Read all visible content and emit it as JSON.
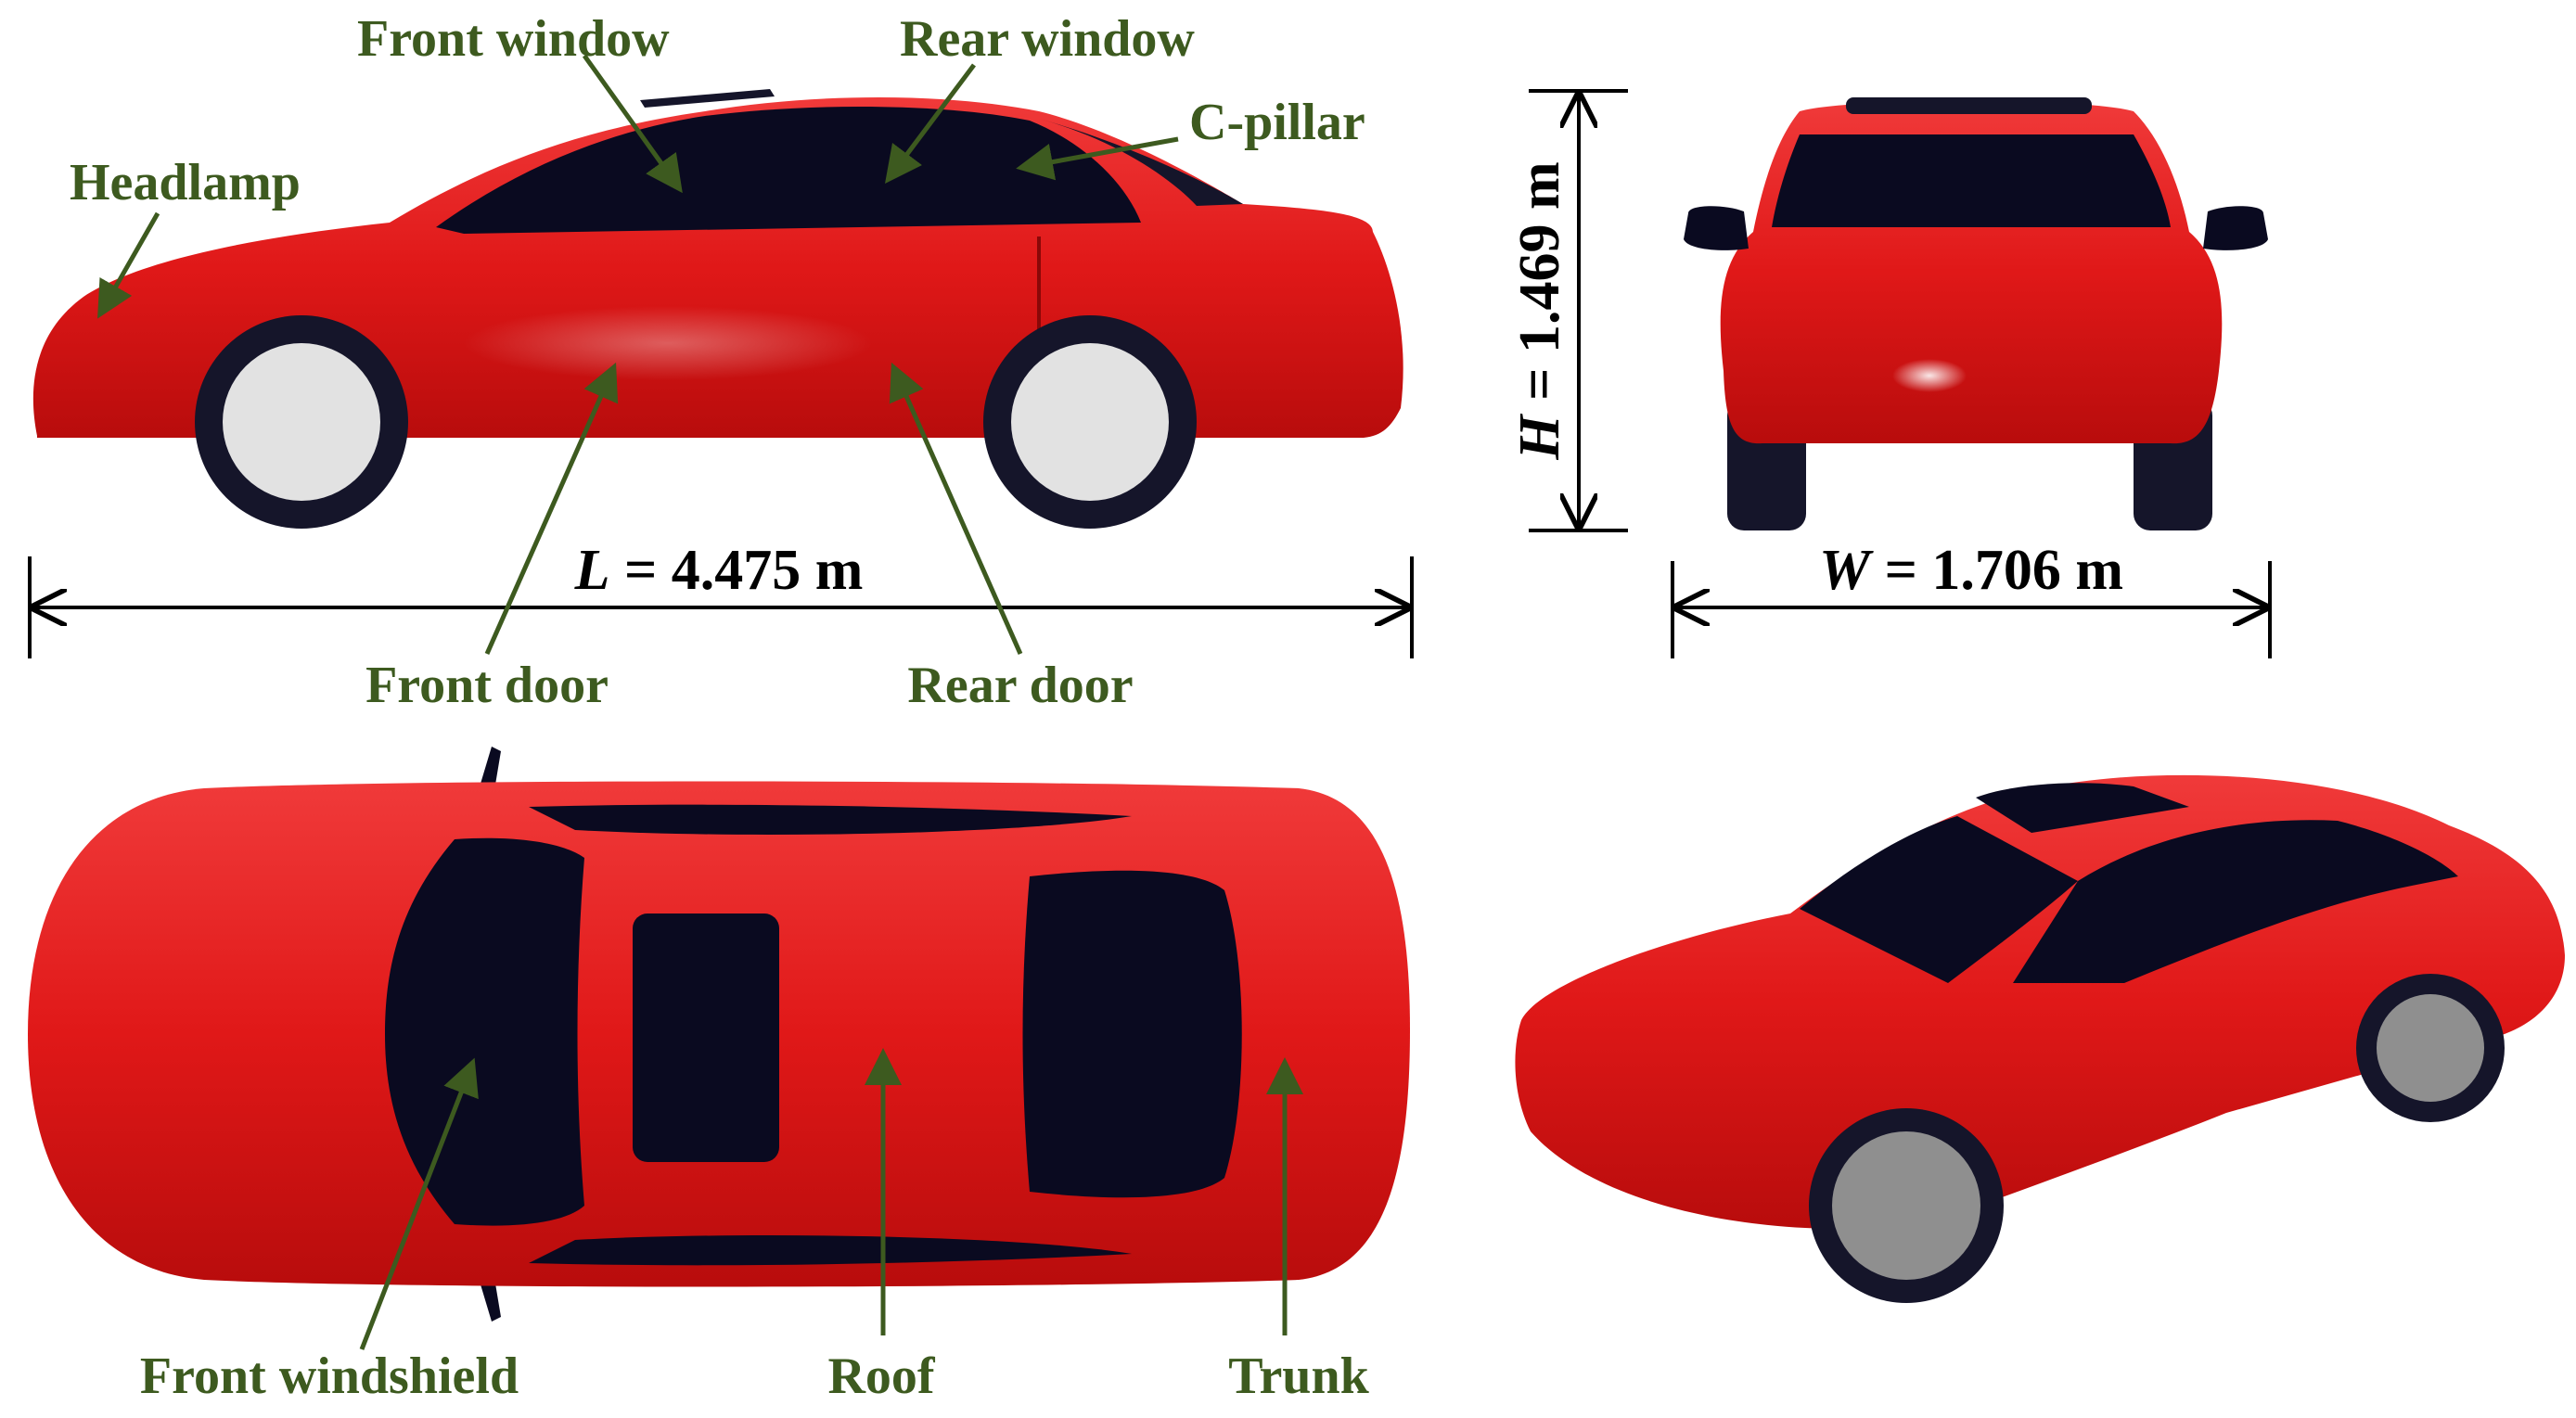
{
  "colors": {
    "body": "#e01818",
    "glass": "#0a0a20",
    "tire": "#15152a",
    "rim": "#e2e2e2",
    "label": "#3d5a1f"
  },
  "labels": {
    "front_window": "Front window",
    "rear_window": "Rear window",
    "c_pillar": "C-pillar",
    "headlamp": "Headlamp",
    "front_door": "Front door",
    "rear_door": "Rear door",
    "front_windshield": "Front windshield",
    "roof": "Roof",
    "trunk": "Trunk"
  },
  "dimensions": {
    "length": {
      "var": "L",
      "value": " = 4.475 m"
    },
    "height": {
      "var": "H",
      "value": " = 1.469 m"
    },
    "width": {
      "var": "W",
      "value": " = 1.706 m"
    }
  }
}
